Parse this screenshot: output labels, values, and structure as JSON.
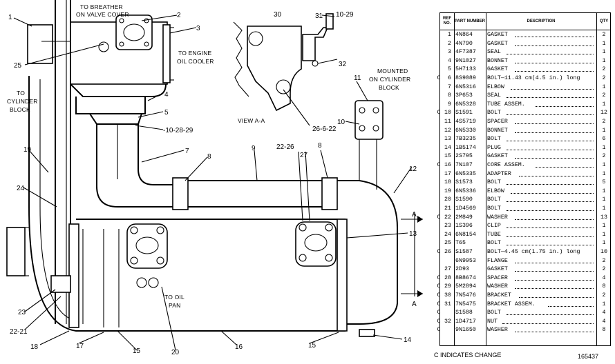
{
  "labels": {
    "to_breather": [
      "TO BREATHER",
      "ON VALVE COVER"
    ],
    "to_engine_oil_cooler": [
      "TO ENGINE",
      "OIL COOLER"
    ],
    "to_cylinder_block": [
      "TO",
      "CYLINDER",
      "BLOCK"
    ],
    "view_aa": "VIEW A-A",
    "mounted": [
      "MOUNTED",
      "ON CYLINDER",
      "BLOCK"
    ],
    "to_oil_pan": [
      "TO OIL",
      "PAN"
    ],
    "section_a": "A"
  },
  "callouts": {
    "c1": "1",
    "c2": "2",
    "c3": "3",
    "c4": "4",
    "c5": "5",
    "c7": "7",
    "c8a": "8",
    "c8b": "8",
    "c9": "9",
    "c10a": "10",
    "c11": "11",
    "c12": "12",
    "c13": "13",
    "c14": "14",
    "c15a": "15",
    "c15b": "15",
    "c16": "16",
    "c17": "17",
    "c18": "18",
    "c19": "19",
    "c20": "20",
    "c22_21": "22-21",
    "c23": "23",
    "c24": "24",
    "c25": "25",
    "c27": "27",
    "c30": "30",
    "c31": "31",
    "c32": "32",
    "c10_29": "10-29",
    "c26_6_22": "26-6-22",
    "c22_26": "22-26",
    "c10_28_29": "-10-28-29"
  },
  "table": {
    "headers": {
      "ref": "REF NO.",
      "part": "PART NUMBER",
      "desc": "DESCRIPTION",
      "qty": "QTY"
    },
    "rows": [
      {
        "chg": "",
        "ref": "1",
        "part": "4N864",
        "desc": "GASKET",
        "qty": "2"
      },
      {
        "chg": "",
        "ref": "2",
        "part": "4N790",
        "desc": "GASKET",
        "qty": "1"
      },
      {
        "chg": "",
        "ref": "3",
        "part": "4F7387",
        "desc": "SEAL",
        "qty": "1"
      },
      {
        "chg": "",
        "ref": "4",
        "part": "9N1027",
        "desc": "BONNET",
        "qty": "1"
      },
      {
        "chg": "",
        "ref": "5",
        "part": "5H7133",
        "desc": "GASKET",
        "qty": "2"
      },
      {
        "chg": "C",
        "ref": "6",
        "part": "8S9089",
        "desc": "BOLT—11.43 cm(4.5 in.) long",
        "qty": "2"
      },
      {
        "chg": "",
        "ref": "7",
        "part": "6N5316",
        "desc": "ELBOW",
        "qty": "1"
      },
      {
        "chg": "",
        "ref": "8",
        "part": "3P653",
        "desc": "SEAL",
        "qty": "2"
      },
      {
        "chg": "",
        "ref": "9",
        "part": "6N5328",
        "desc": "TUBE ASSEM.",
        "qty": "1"
      },
      {
        "chg": "C",
        "ref": "10",
        "part": "S1591",
        "desc": "BOLT",
        "qty": "12"
      },
      {
        "chg": "",
        "ref": "11",
        "part": "4S5719",
        "desc": "SPACER",
        "qty": "2"
      },
      {
        "chg": "",
        "ref": "12",
        "part": "6N5330",
        "desc": "BONNET",
        "qty": "1"
      },
      {
        "chg": "",
        "ref": "13",
        "part": "7B3235",
        "desc": "BOLT",
        "qty": "6"
      },
      {
        "chg": "",
        "ref": "14",
        "part": "1B5174",
        "desc": "PLUG",
        "qty": "1"
      },
      {
        "chg": "",
        "ref": "15",
        "part": "2S795",
        "desc": "GASKET",
        "qty": "2"
      },
      {
        "chg": "C",
        "ref": "16",
        "part": "7N107",
        "desc": "CORE ASSEM.",
        "qty": "1"
      },
      {
        "chg": "",
        "ref": "17",
        "part": "6N5335",
        "desc": "ADAPTER",
        "qty": "1"
      },
      {
        "chg": "",
        "ref": "18",
        "part": "S1573",
        "desc": "BOLT",
        "qty": "5"
      },
      {
        "chg": "",
        "ref": "19",
        "part": "6N5336",
        "desc": "ELBOW",
        "qty": "1"
      },
      {
        "chg": "",
        "ref": "20",
        "part": "S1590",
        "desc": "BOLT",
        "qty": "1"
      },
      {
        "chg": "",
        "ref": "21",
        "part": "1D4569",
        "desc": "BOLT",
        "qty": "1"
      },
      {
        "chg": "C",
        "ref": "22",
        "part": "2M849",
        "desc": "WASHER",
        "qty": "13"
      },
      {
        "chg": "",
        "ref": "23",
        "part": "1S396",
        "desc": "CLIP",
        "qty": "1"
      },
      {
        "chg": "",
        "ref": "24",
        "part": "6N8154",
        "desc": "TUBE",
        "qty": "1"
      },
      {
        "chg": "",
        "ref": "25",
        "part": "T65",
        "desc": "BOLT",
        "qty": "1"
      },
      {
        "chg": "C",
        "ref": "26",
        "part": "S1587",
        "desc": "BOLT—4.45 cm(1.75 in.) long",
        "qty": "10"
      },
      {
        "chg": "",
        "ref": "",
        "part": "6N9953",
        "desc": "FLANGE",
        "qty": "2"
      },
      {
        "chg": "",
        "ref": "27",
        "part": "2D93",
        "desc": "GASKET",
        "qty": "2"
      },
      {
        "chg": "C",
        "ref": "28",
        "part": "8B8674",
        "desc": "SPACER",
        "qty": "4"
      },
      {
        "chg": "C",
        "ref": "29",
        "part": "5M2894",
        "desc": "WASHER",
        "qty": "8"
      },
      {
        "chg": "C",
        "ref": "30",
        "part": "7N5476",
        "desc": "BRACKET",
        "qty": "2"
      },
      {
        "chg": "C",
        "ref": "31",
        "part": "7N5475",
        "desc": "BRACKET ASSEM.",
        "qty": "1"
      },
      {
        "chg": "C",
        "ref": "",
        "part": "S1588",
        "desc": "BOLT",
        "qty": "4"
      },
      {
        "chg": "C",
        "ref": "32",
        "part": "1D4717",
        "desc": "NUT",
        "qty": "4"
      },
      {
        "chg": "C",
        "ref": "",
        "part": "9N1650",
        "desc": "WASHER",
        "qty": "8"
      }
    ]
  },
  "footer": {
    "note": "C INDICATES CHANGE",
    "id": "165437"
  }
}
